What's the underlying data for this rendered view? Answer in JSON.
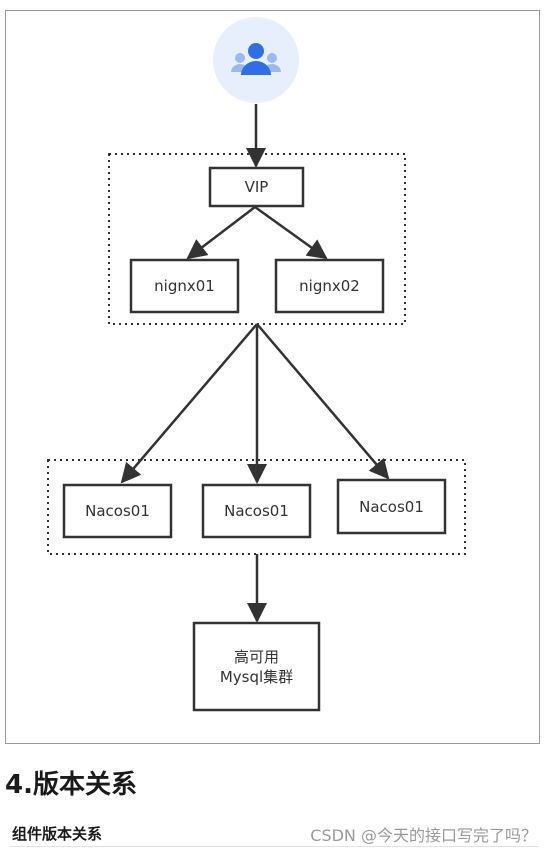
{
  "diagram": {
    "nodes": {
      "vip": "VIP",
      "nginx1": "nignx01",
      "nginx2": "nignx02",
      "nacos1": "Nacos01",
      "nacos2": "Nacos01",
      "nacos3": "Nacos01",
      "mysql_line1": "高可用",
      "mysql_line2": "Mysql集群"
    },
    "user_icon": "users-icon",
    "colors": {
      "icon_bg": "#e7effc",
      "icon_fg": "#2f6fe4",
      "icon_fg_light": "#9bb9f0",
      "line": "#333333"
    }
  },
  "section": {
    "heading": "4.版本关系",
    "subheading": "组件版本关系"
  },
  "watermark": "CSDN @今天的接口写完了吗？"
}
